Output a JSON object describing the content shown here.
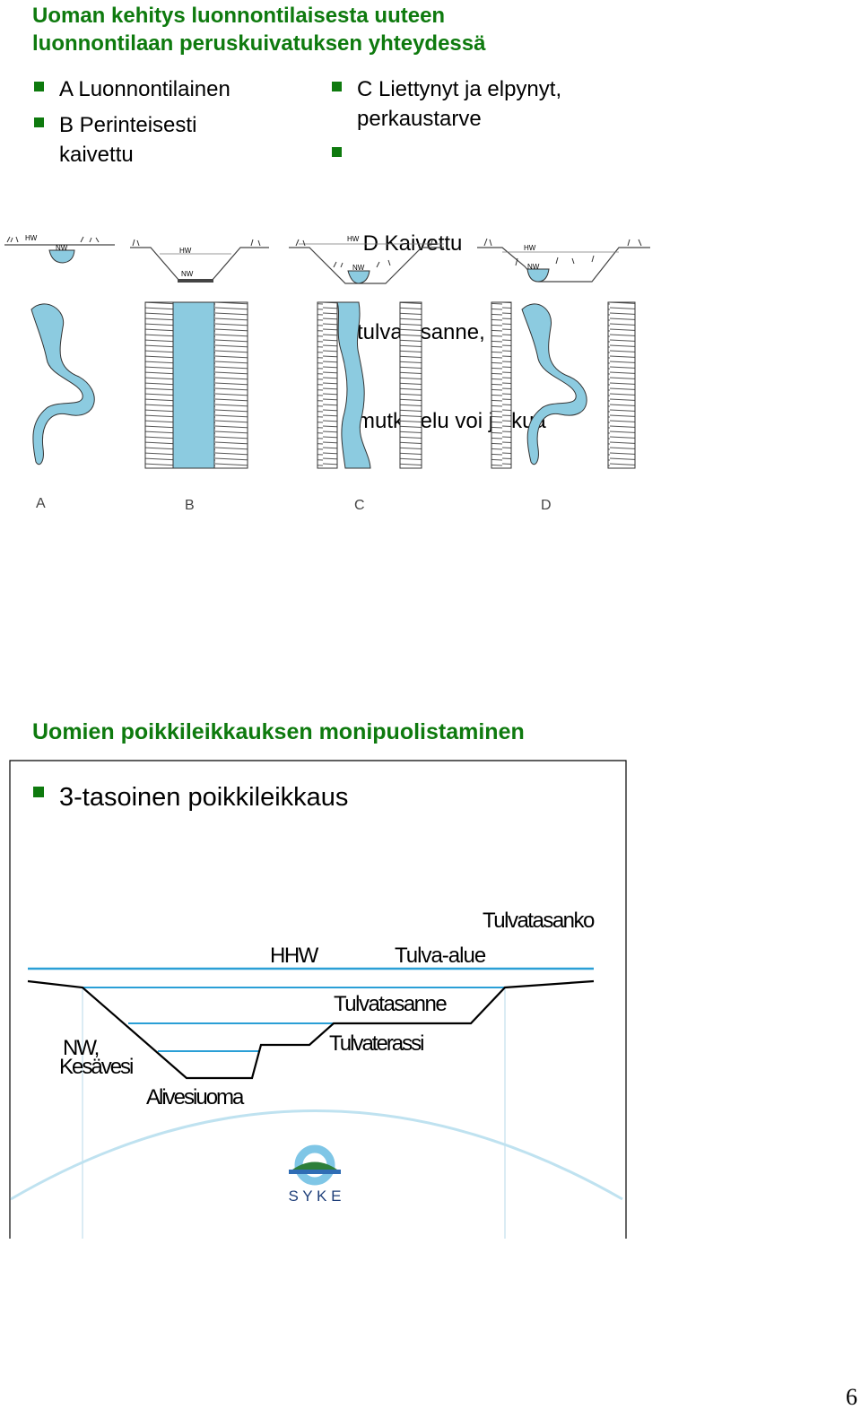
{
  "slide1": {
    "title_line1": "Uoman kehitys luonnontilaisesta uuteen",
    "title_line2": "luonnontilaan peruskuivatuksen yhteydessä",
    "bullets": [
      {
        "l1": "A Luonnontilainen",
        "l2": ""
      },
      {
        "l1": "B Perinteisesti",
        "l2": "kaivettu"
      },
      {
        "l1": "C Liettynyt ja elpynyt,",
        "l2": "perkaustarve"
      },
      {
        "l1": " D Kaivettu",
        "l2": "tulvatasanne,",
        "l3": "mutkittelu voi jatkua"
      }
    ],
    "water_labels": {
      "hw": "HW",
      "nw": "NW"
    },
    "panel_letters": [
      "A",
      "B",
      "C",
      "D"
    ]
  },
  "slide2": {
    "title": "Uomien poikkileikkauksen monipuolistaminen",
    "bullet": "3-tasoinen poikkileikkaus",
    "labels": {
      "tulvatasanko": "Tulvatasanko",
      "hhw": "HHW",
      "tulva_alue": "Tulva-alue",
      "tulvatasanne": "Tulvatasanne",
      "nw": "NW,",
      "kesavesi": "Kesävesi",
      "tulvaterassi": "Tulvaterassi",
      "alivesiuoma": "Alivesiuoma"
    },
    "logo_text": "S Y K E"
  },
  "page_number": "6",
  "colors": {
    "title_green": "#0e7a0e",
    "water_blue": "#8ccbe0",
    "line_blue": "#2a9fd6"
  }
}
